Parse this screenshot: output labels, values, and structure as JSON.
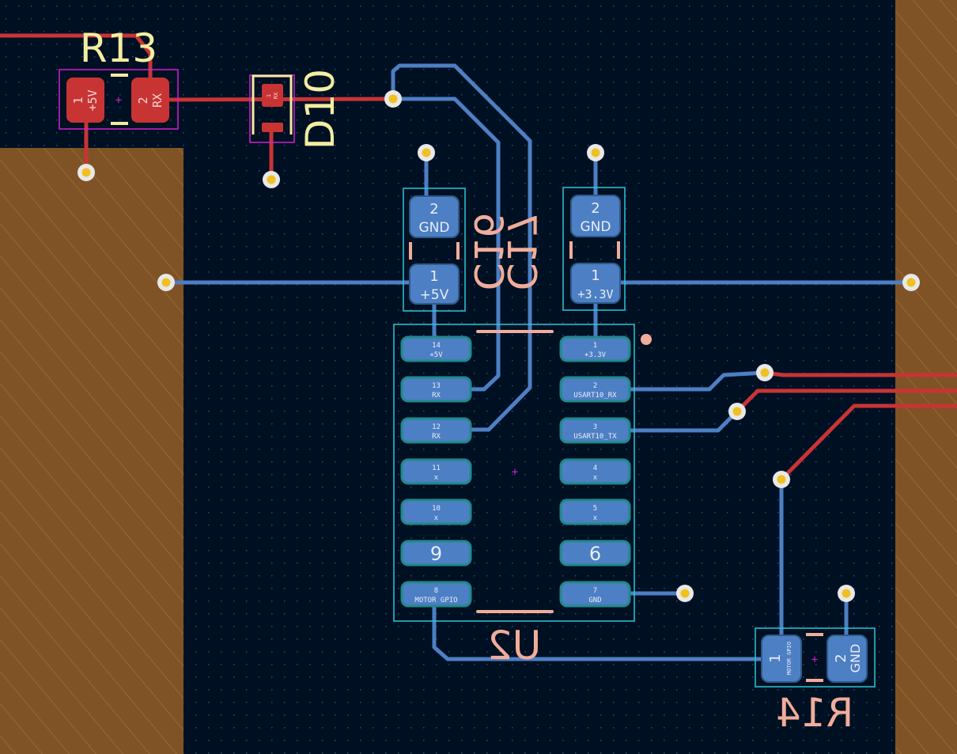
{
  "canvas": {
    "colors": {
      "background": "#001023",
      "copper_pour": "#7f5326",
      "front_copper": "#c83434",
      "back_copper": "#4d7fc4",
      "courtyard": "#28c8d8",
      "front_silk": "#f2eda1",
      "back_silk": "#f0ad9a",
      "via": "#f0c020"
    }
  },
  "R13": {
    "ref": "R13",
    "pads": [
      {
        "num": "1",
        "net": "+5V"
      },
      {
        "num": "2",
        "net": "RX"
      }
    ]
  },
  "D10": {
    "ref": "D10",
    "pads": [
      {
        "num": "1",
        "net": "RX"
      }
    ]
  },
  "C16": {
    "ref": "C16",
    "pads": [
      {
        "num": "2",
        "net": "GND"
      },
      {
        "num": "1",
        "net": "+5V"
      }
    ]
  },
  "C17": {
    "ref": "C17",
    "pads": [
      {
        "num": "2",
        "net": "GND"
      },
      {
        "num": "1",
        "net": "+3.3V"
      }
    ]
  },
  "U2": {
    "ref": "U2",
    "left_pads": [
      {
        "num": "14",
        "net": "+5V"
      },
      {
        "num": "13",
        "net": "RX"
      },
      {
        "num": "12",
        "net": "RX"
      },
      {
        "num": "11",
        "net": "x"
      },
      {
        "num": "10",
        "net": "x"
      },
      {
        "num": "9",
        "net": ""
      },
      {
        "num": "8",
        "net": "MOTOR GPIO"
      }
    ],
    "right_pads": [
      {
        "num": "1",
        "net": "+3.3V"
      },
      {
        "num": "2",
        "net": "USART10_RX"
      },
      {
        "num": "3",
        "net": "USART10_TX"
      },
      {
        "num": "4",
        "net": "x"
      },
      {
        "num": "5",
        "net": "x"
      },
      {
        "num": "6",
        "net": ""
      },
      {
        "num": "7",
        "net": "GND"
      }
    ]
  },
  "R14": {
    "ref": "R14",
    "pads": [
      {
        "num": "1",
        "net": "MOTOR GPIO"
      },
      {
        "num": "2",
        "net": "GND"
      }
    ]
  }
}
